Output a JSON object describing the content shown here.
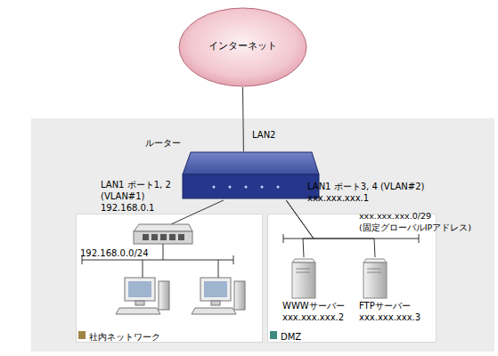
{
  "diagram": {
    "nodes": [
      {
        "text": [
          "インターネット"
        ]
      },
      {
        "text": [
          "ルーター"
        ]
      },
      {
        "text": [
          "社内ネットワーク"
        ]
      },
      {
        "text": [
          "DMZ"
        ]
      },
      {
        "text": [
          "WWWサーバー",
          "xxx.xxx.xxx.2"
        ],
        "in": 3
      },
      {
        "text": [
          "FTPサーバー",
          "xxx.xxx.xxx.3"
        ],
        "in": 3
      }
    ],
    "edges": [
      {
        "from": 0,
        "to": 1,
        "arrow": "none",
        "label": "LAN2"
      },
      {
        "from": 1,
        "to": 2,
        "arrow": "none",
        "label": "LAN1 ポート1, 2 (VLAN#1) 192.168.0.1"
      },
      {
        "from": 1,
        "to": 4,
        "arrow": "none",
        "label": "LAN1 ポート3, 4 (VLAN#2) xxx.xxx.xxx.1"
      },
      {
        "from": 1,
        "to": 5,
        "arrow": "none"
      }
    ],
    "labels": [
      "192.168.0.0/24",
      "xxx.xxx.xxx.0/29 (固定グローバルIPアドレス)"
    ]
  }
}
